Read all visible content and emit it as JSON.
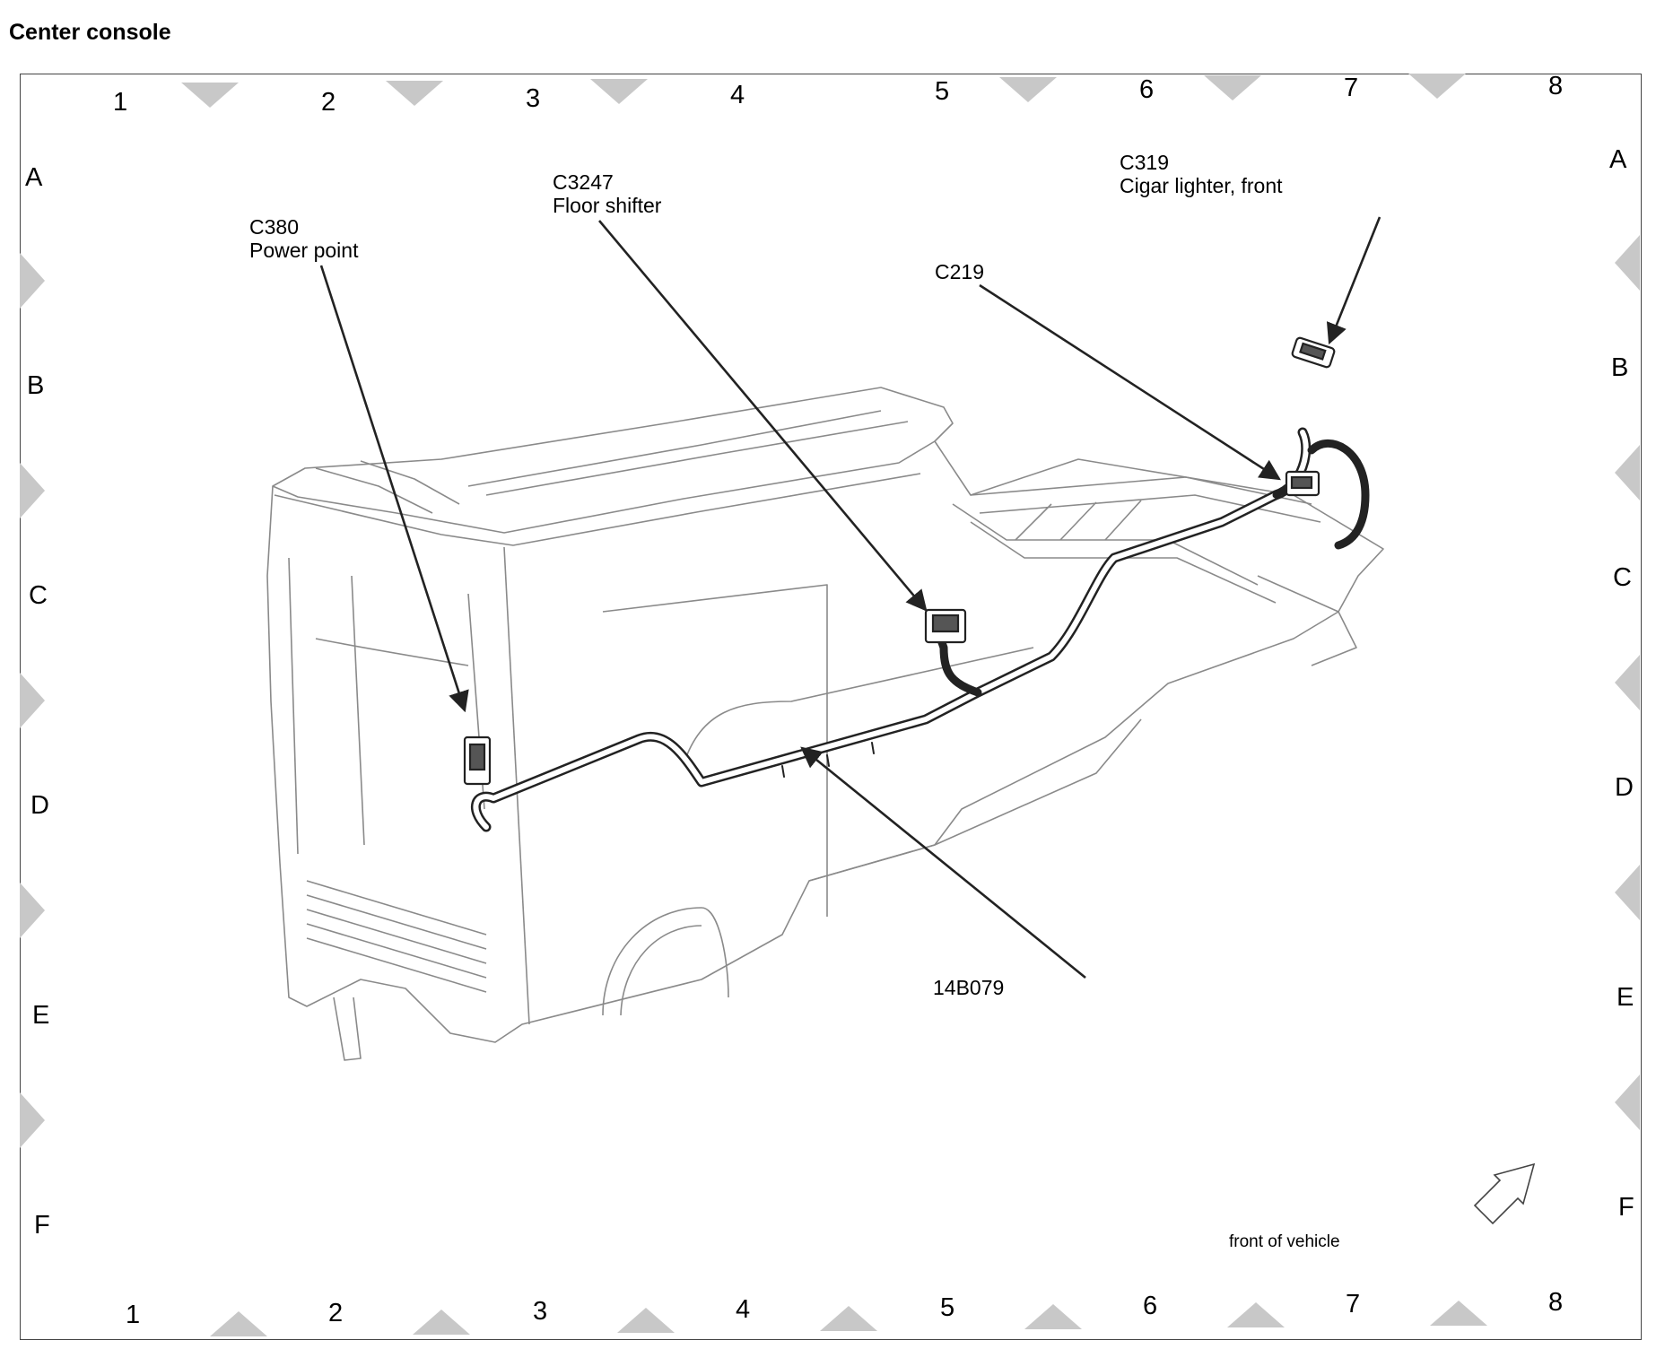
{
  "title": "Center console",
  "grid": {
    "columns": [
      "1",
      "2",
      "3",
      "4",
      "5",
      "6",
      "7",
      "8"
    ],
    "rows": [
      "A",
      "B",
      "C",
      "D",
      "E",
      "F"
    ]
  },
  "callouts": {
    "c380": {
      "id": "C380",
      "desc": "Power point"
    },
    "c3247": {
      "id": "C3247",
      "desc": "Floor shifter"
    },
    "c219": {
      "id": "C219"
    },
    "c319": {
      "id": "C319",
      "desc": "Cigar lighter, front"
    },
    "harness": {
      "id": "14B079"
    }
  },
  "orientation": {
    "label": "front of vehicle"
  },
  "colors": {
    "line": "#222222",
    "light_line": "#8a8a8a",
    "marker": "#c8c8c8"
  }
}
